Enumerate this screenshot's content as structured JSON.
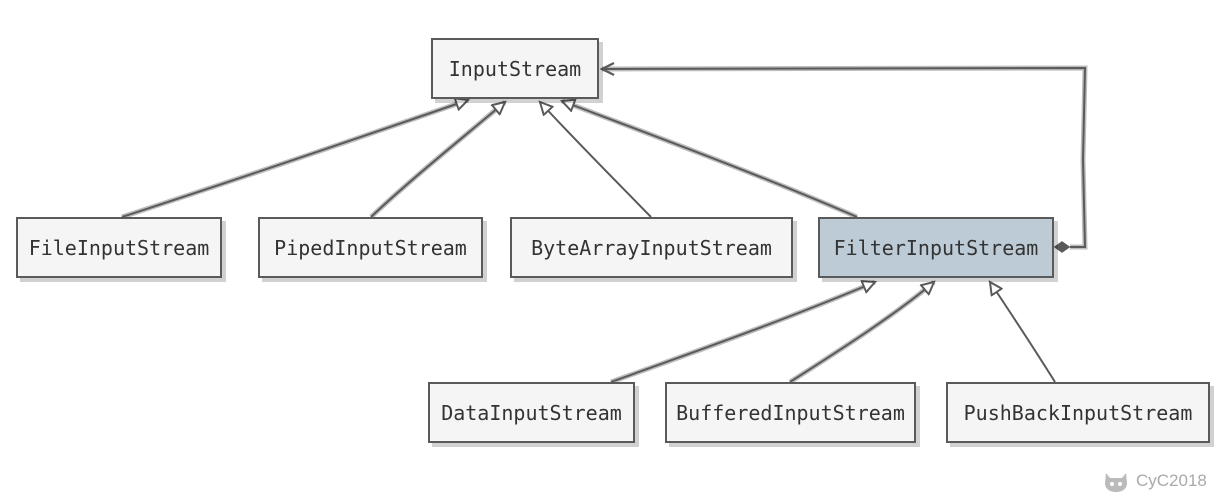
{
  "nodes": {
    "input_stream": "InputStream",
    "file_input_stream": "FileInputStream",
    "piped_input_stream": "PipedInputStream",
    "byte_array_input_stream": "ByteArrayInputStream",
    "filter_input_stream": "FilterInputStream",
    "data_input_stream": "DataInputStream",
    "buffered_input_stream": "BufferedInputStream",
    "pushback_input_stream": "PushBackInputStream"
  },
  "relations": [
    {
      "from": "file_input_stream",
      "to": "input_stream",
      "type": "inheritance"
    },
    {
      "from": "piped_input_stream",
      "to": "input_stream",
      "type": "inheritance"
    },
    {
      "from": "byte_array_input_stream",
      "to": "input_stream",
      "type": "inheritance"
    },
    {
      "from": "filter_input_stream",
      "to": "input_stream",
      "type": "inheritance"
    },
    {
      "from": "filter_input_stream",
      "to": "input_stream",
      "type": "aggregation"
    },
    {
      "from": "data_input_stream",
      "to": "filter_input_stream",
      "type": "inheritance"
    },
    {
      "from": "buffered_input_stream",
      "to": "filter_input_stream",
      "type": "inheritance"
    },
    {
      "from": "pushback_input_stream",
      "to": "filter_input_stream",
      "type": "inheritance"
    }
  ],
  "watermark": {
    "text": "CyC2018",
    "icon": "cat-logo-icon"
  }
}
